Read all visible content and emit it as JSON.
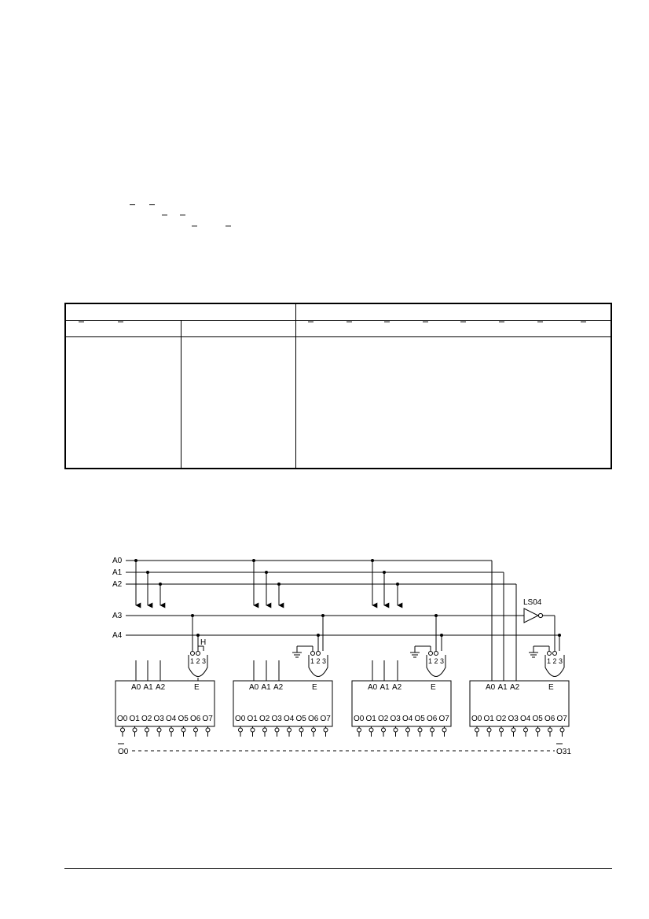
{
  "diagram": {
    "inputs": [
      "A0",
      "A1",
      "A2",
      "A3",
      "A4"
    ],
    "inverter_label": "LS04",
    "gate_pins": "1 2 3",
    "pull_up_label": "H",
    "decoder_inputs": [
      "A0",
      "A1",
      "A2"
    ],
    "enable_label": "E",
    "decoder_outputs": [
      "O0",
      "O1",
      "O2",
      "O3",
      "O4",
      "O5",
      "O6",
      "O7"
    ],
    "system_output_first": "O0",
    "system_output_last": "O31"
  }
}
